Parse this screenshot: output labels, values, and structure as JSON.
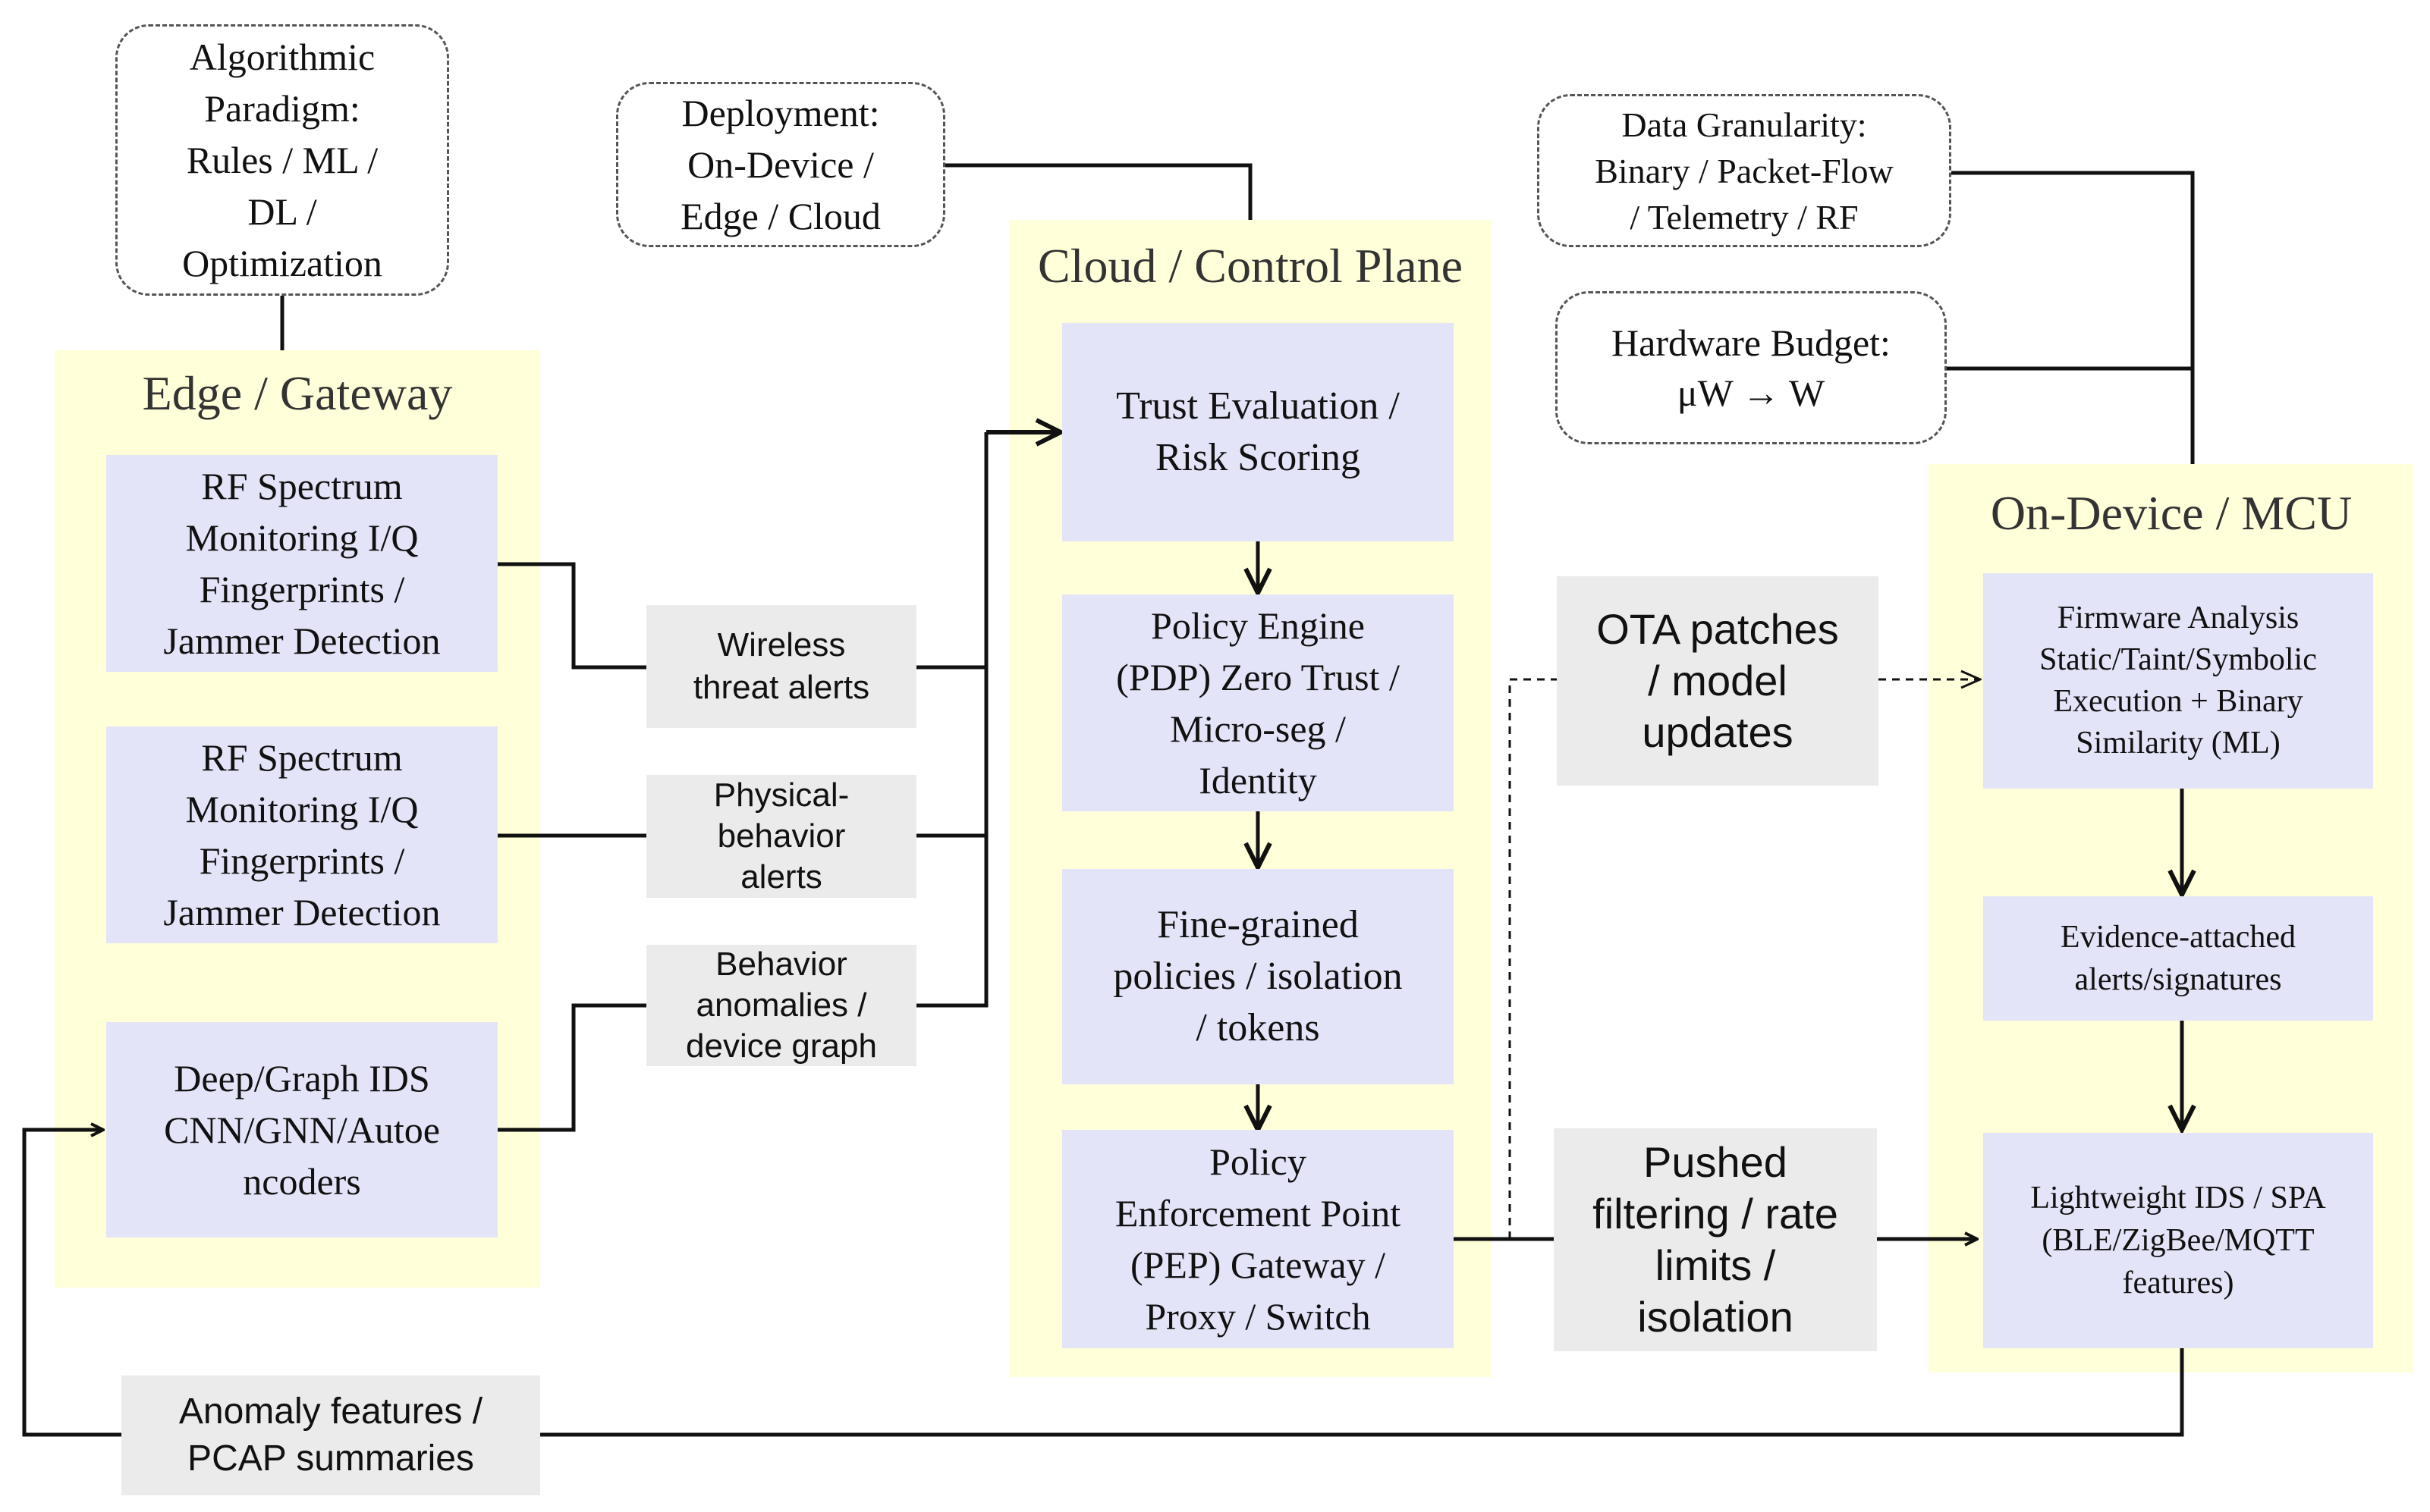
{
  "regions": {
    "edge": {
      "title": "Edge / Gateway"
    },
    "cloud": {
      "title": "Cloud / Control Plane"
    },
    "device": {
      "title": "On-Device / MCU"
    }
  },
  "notes": {
    "algorithmic": "Algorithmic\nParadigm:\nRules / ML /\nDL /\nOptimization",
    "deployment": "Deployment:\nOn-Device /\nEdge / Cloud",
    "granularity": "Data Granularity:\nBinary / Packet-Flow\n/ Telemetry / RF",
    "hardware": "Hardware Budget:\nμW → W"
  },
  "edge_boxes": {
    "rf_1": "RF Spectrum\nMonitoring I/Q\nFingerprints /\nJammer Detection",
    "rf_2": "RF Spectrum\nMonitoring I/Q\nFingerprints /\nJammer Detection",
    "deep_ids": "Deep/Graph IDS\nCNN/GNN/Autoe\nncoders"
  },
  "edge_labels": {
    "wireless": "Wireless\nthreat alerts",
    "physical": "Physical-\nbehavior\nalerts",
    "behavior": "Behavior\nanomalies /\ndevice graph"
  },
  "cloud_boxes": {
    "trust": "Trust Evaluation /\nRisk Scoring",
    "policy_engine": "Policy Engine\n(PDP) Zero Trust /\nMicro-seg /\nIdentity",
    "fine_grained": "Fine-grained\npolicies / isolation\n/ tokens",
    "pep": "Policy\nEnforcement Point\n(PEP) Gateway /\nProxy / Switch"
  },
  "middle_labels": {
    "ota": "OTA patches\n/ model\nupdates",
    "pushed": "Pushed\nfiltering / rate\nlimits /\nisolation"
  },
  "device_boxes": {
    "firmware": "Firmware Analysis\nStatic/Taint/Symbolic\nExecution + Binary\nSimilarity (ML)",
    "evidence": "Evidence-attached\nalerts/signatures",
    "lightweight": "Lightweight IDS / SPA\n(BLE/ZigBee/MQTT\nfeatures)"
  },
  "bottom_label": "Anomaly features /\nPCAP summaries",
  "colors": {
    "region_fill": "#FFFFD9",
    "process_fill": "#E4E4F9",
    "label_fill": "#EBEBEB",
    "line": "#111111"
  }
}
